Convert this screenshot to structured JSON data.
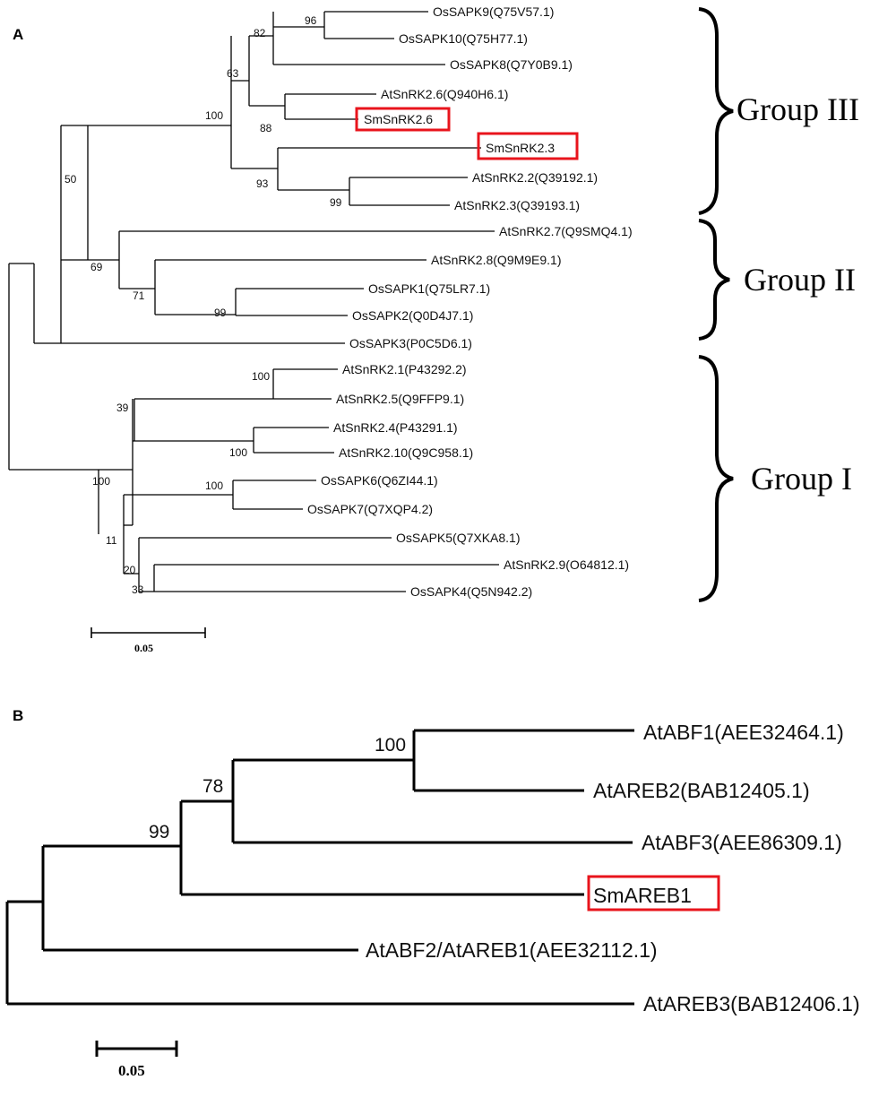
{
  "colors": {
    "highlight": "#e8141c",
    "line": "#000000"
  },
  "panel_a": {
    "label": "A",
    "scale_label": "0.05",
    "groups": [
      {
        "label": "Group III"
      },
      {
        "label": "Group II"
      },
      {
        "label": "Group I"
      }
    ],
    "leaves": [
      {
        "label": "OsSAPK9(Q75V57.1)",
        "highlighted": false
      },
      {
        "label": "OsSAPK10(Q75H77.1)",
        "highlighted": false
      },
      {
        "label": "OsSAPK8(Q7Y0B9.1)",
        "highlighted": false
      },
      {
        "label": "AtSnRK2.6(Q940H6.1)",
        "highlighted": false
      },
      {
        "label": "SmSnRK2.6",
        "highlighted": true
      },
      {
        "label": "SmSnRK2.3",
        "highlighted": true
      },
      {
        "label": "AtSnRK2.2(Q39192.1)",
        "highlighted": false
      },
      {
        "label": "AtSnRK2.3(Q39193.1)",
        "highlighted": false
      },
      {
        "label": "AtSnRK2.7(Q9SMQ4.1)",
        "highlighted": false
      },
      {
        "label": "AtSnRK2.8(Q9M9E9.1)",
        "highlighted": false
      },
      {
        "label": "OsSAPK1(Q75LR7.1)",
        "highlighted": false
      },
      {
        "label": "OsSAPK2(Q0D4J7.1)",
        "highlighted": false
      },
      {
        "label": "OsSAPK3(P0C5D6.1)",
        "highlighted": false
      },
      {
        "label": "AtSnRK2.1(P43292.2)",
        "highlighted": false
      },
      {
        "label": "AtSnRK2.5(Q9FFP9.1)",
        "highlighted": false
      },
      {
        "label": "AtSnRK2.4(P43291.1)",
        "highlighted": false
      },
      {
        "label": "AtSnRK2.10(Q9C958.1)",
        "highlighted": false
      },
      {
        "label": "OsSAPK6(Q6ZI44.1)",
        "highlighted": false
      },
      {
        "label": "OsSAPK7(Q7XQP4.2)",
        "highlighted": false
      },
      {
        "label": "OsSAPK5(Q7XKA8.1)",
        "highlighted": false
      },
      {
        "label": "AtSnRK2.9(O64812.1)",
        "highlighted": false
      },
      {
        "label": "OsSAPK4(Q5N942.2)",
        "highlighted": false
      }
    ],
    "bootstraps": [
      "96",
      "82",
      "63",
      "100",
      "88",
      "93",
      "99",
      "50",
      "69",
      "71",
      "99",
      "100",
      "39",
      "100",
      "100",
      "100",
      "11",
      "20",
      "33"
    ]
  },
  "panel_b": {
    "label": "B",
    "scale_label": "0.05",
    "leaves": [
      {
        "label": "AtABF1(AEE32464.1)",
        "highlighted": false
      },
      {
        "label": "AtAREB2(BAB12405.1)",
        "highlighted": false
      },
      {
        "label": "AtABF3(AEE86309.1)",
        "highlighted": false
      },
      {
        "label": "SmAREB1",
        "highlighted": true
      },
      {
        "label": "AtABF2/AtAREB1(AEE32112.1)",
        "highlighted": false
      },
      {
        "label": "AtAREB3(BAB12406.1)",
        "highlighted": false
      }
    ],
    "bootstraps": [
      "100",
      "78",
      "99"
    ]
  }
}
